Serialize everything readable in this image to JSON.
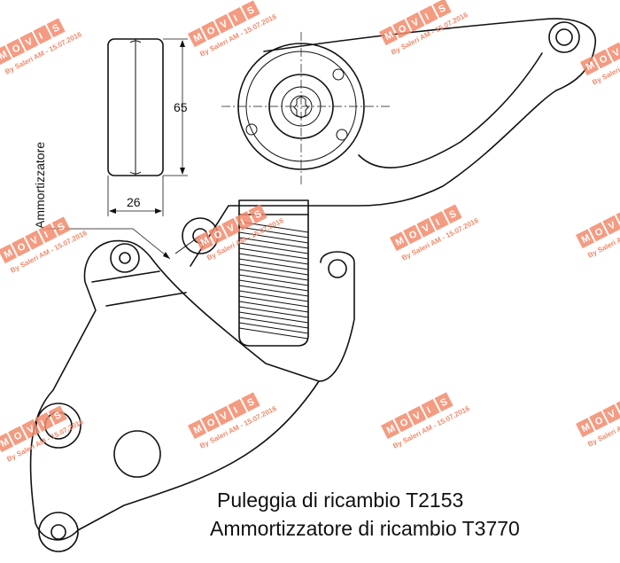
{
  "caption": {
    "line1": "Puleggia di ricambio T2153",
    "line2": "Ammortizzatore di ricambio T3770"
  },
  "dimensions": {
    "height": "65",
    "width": "26"
  },
  "side_label": "Ammortizzatore",
  "watermark": {
    "letters": [
      "M",
      "O",
      "V",
      "I",
      "S"
    ],
    "credit": "By Saleri AM - 15.07.2016",
    "color": "#f28a6b"
  }
}
